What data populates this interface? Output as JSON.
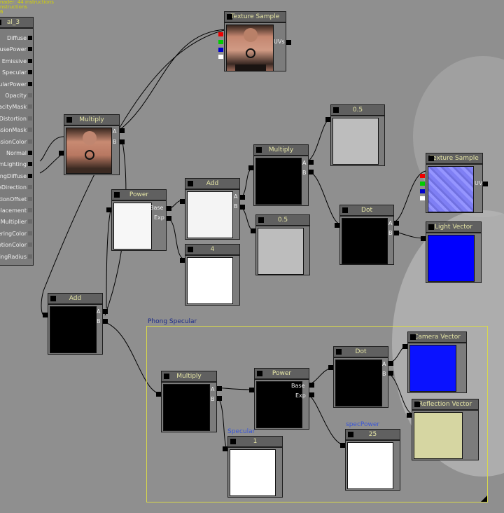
{
  "top_info": [
    "nader: 44 instructions",
    "nstructions",
    "6"
  ],
  "material": {
    "title": "al_3",
    "inputs": [
      "Diffuse",
      "fusePower",
      "Emissive",
      "Specular",
      "ularPower",
      "Opacity",
      "acityMask",
      "Distortion",
      "ssionMask",
      "ssionColor",
      "Normal",
      "omLighting",
      "ingDiffuse",
      "eDirection",
      "tionOffset",
      "placement",
      "nMultiplier",
      "eringColor",
      "ptionColor",
      "ringRadius"
    ]
  },
  "nodes": {
    "tex1": {
      "title": "Texture Sample",
      "out": "UVs"
    },
    "mul1": {
      "title": "Multiply",
      "in_a": "A",
      "in_b": "B"
    },
    "c05a": {
      "title": "0.5"
    },
    "tex2": {
      "title": "Texture Sample",
      "out": "UVs"
    },
    "mul2": {
      "title": "Multiply",
      "in_a": "A",
      "in_b": "B"
    },
    "add1": {
      "title": "Add",
      "in_a": "A",
      "in_b": "B"
    },
    "pow1": {
      "title": "Power",
      "in_base": "Base",
      "in_exp": "Exp"
    },
    "c05b": {
      "title": "0.5"
    },
    "dot1": {
      "title": "Dot",
      "in_a": "A",
      "in_b": "B"
    },
    "lightvec": {
      "title": "Light Vector"
    },
    "c4": {
      "title": "4"
    },
    "add2": {
      "title": "Add",
      "in_a": "A",
      "in_b": "B"
    },
    "mul3": {
      "title": "Multiply",
      "in_a": "A",
      "in_b": "B"
    },
    "pow2": {
      "title": "Power",
      "in_base": "Base",
      "in_exp": "Exp"
    },
    "dot2": {
      "title": "Dot",
      "in_a": "A",
      "in_b": "B"
    },
    "camvec": {
      "title": "Camera Vector"
    },
    "reflvec": {
      "title": "Reflection Vector"
    },
    "c1": {
      "title": "1"
    },
    "c25": {
      "title": "25"
    }
  },
  "group": {
    "title": "Phong Specular"
  },
  "params": {
    "specular": "Specular",
    "specpower": "specPower"
  },
  "colors": {
    "canvas": "#8f8f8f",
    "header": "#606060",
    "group_border": "#d8d84c",
    "blue": "#0000ff",
    "light_yellow": "#d6d6a2"
  }
}
